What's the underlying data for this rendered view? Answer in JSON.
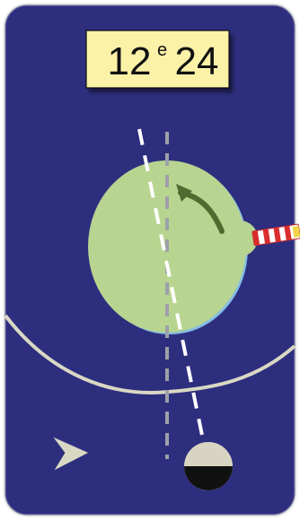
{
  "panel": {
    "title_number": "12",
    "title_suffix": "e",
    "title_value": "24"
  },
  "colors": {
    "background": "#2f2f7f",
    "title_box": "#fbf2a8",
    "earth_fill": "#b7d590",
    "atmosphere": "#86bde4",
    "arrow": "#4f6b2f",
    "orbit": "#d9d8c4",
    "moon_light": "#d7d5c1",
    "moon_dark": "#111111",
    "reference_line": "#9ea0a8",
    "sight_line": "#ffffff",
    "lighthouse_red": "#d92d2d"
  },
  "icons": {
    "earth": "earth-circle-icon",
    "rotation_arrow": "curved-arrow-icon",
    "lighthouse": "lighthouse-icon",
    "moon": "moon-icon",
    "orbit": "orbit-path-icon"
  }
}
